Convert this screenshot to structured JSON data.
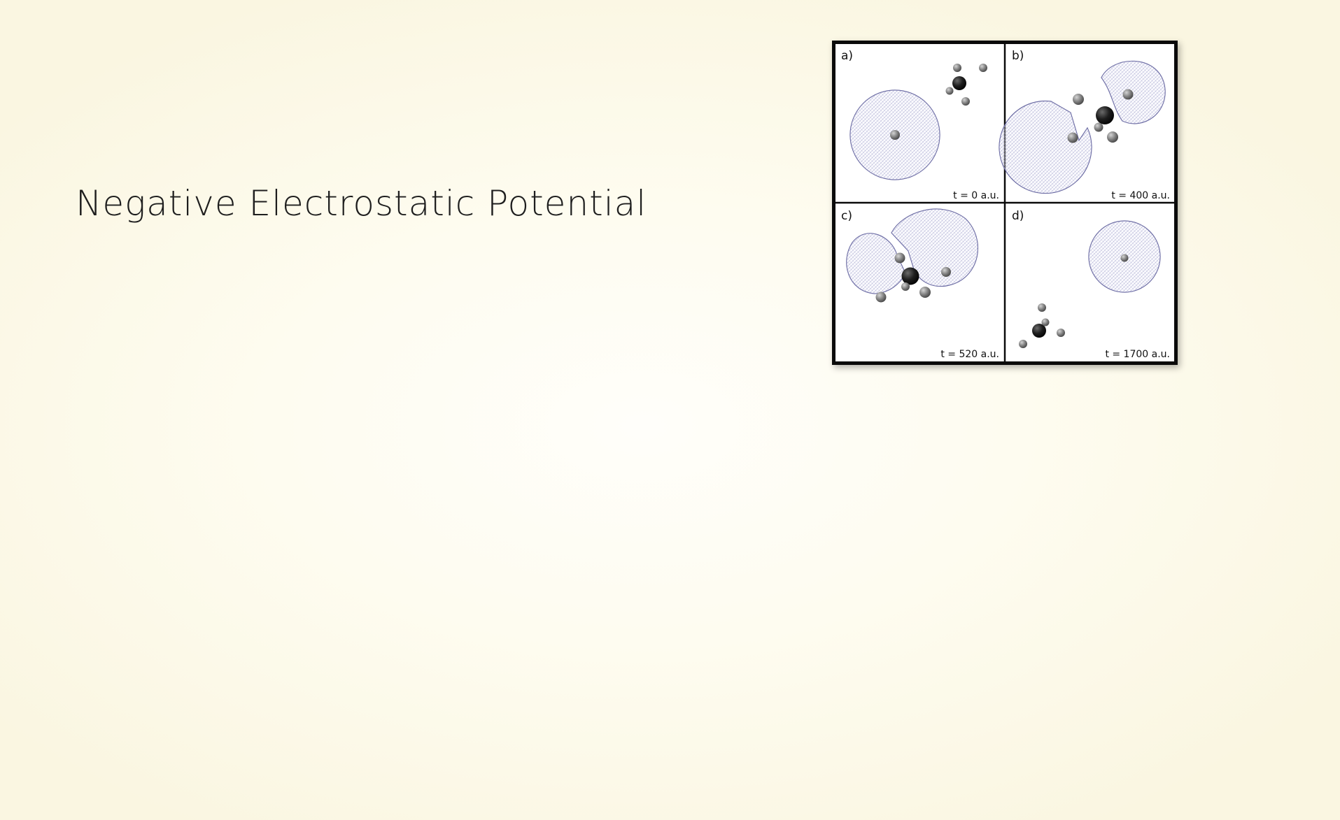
{
  "slide": {
    "title": "Negative Electrostatic Potential"
  },
  "figure": {
    "panels": [
      {
        "label": "a)",
        "time": "t = 0 a.u."
      },
      {
        "label": "b)",
        "time": "t = 400 a.u."
      },
      {
        "label": "c)",
        "time": "t = 520 a.u."
      },
      {
        "label": "d)",
        "time": "t = 1700 a.u."
      }
    ],
    "colors": {
      "isosurface": "#6e6ea8",
      "carbon_atom": "#1a1a1a",
      "hydrogen_atom": "#8a8a8a",
      "border": "#0a0a0a"
    }
  }
}
